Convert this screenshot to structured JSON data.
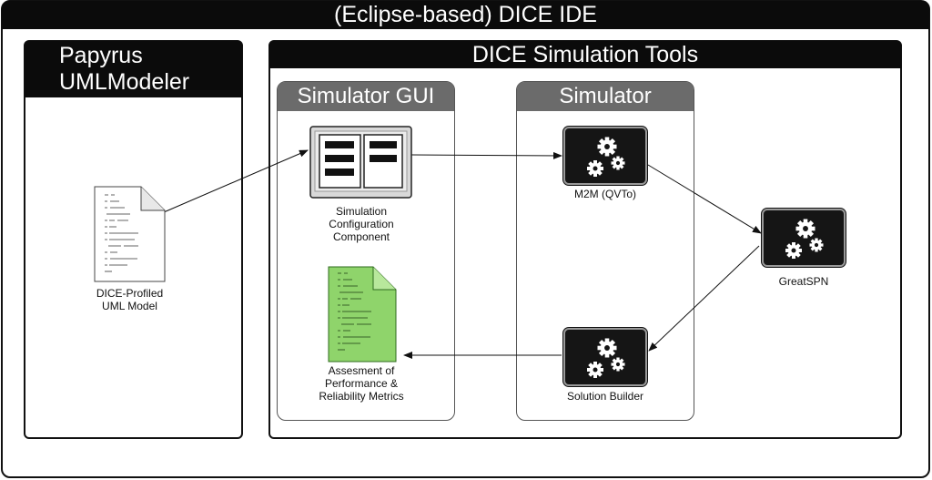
{
  "ide": {
    "title": "(Eclipse-based) DICE IDE"
  },
  "papyrus": {
    "title_line1": "Papyrus",
    "title_line2": "UMLModeler",
    "doc_label_line1": "DICE-Profiled",
    "doc_label_line2": "UML Model"
  },
  "sim_tools": {
    "title": "DICE Simulation Tools"
  },
  "sim_gui": {
    "title": "Simulator GUI",
    "config_label_line1": "Simulation",
    "config_label_line2": "Configuration",
    "config_label_line3": "Component",
    "result_label_line1": "Assesment of",
    "result_label_line2": "Performance &",
    "result_label_line3": "Reliability Metrics"
  },
  "simulator": {
    "title": "Simulator",
    "m2m_label": "M2M (QVTo)",
    "solution_label": "Solution Builder"
  },
  "greatspn": {
    "label": "GreatSPN"
  },
  "colors": {
    "dark": "#0b0b0b",
    "panel_head": "#6b6b6b",
    "doc_green": "#8fd46b"
  },
  "icons": [
    "gears-icon",
    "document-icon",
    "window-icon"
  ]
}
